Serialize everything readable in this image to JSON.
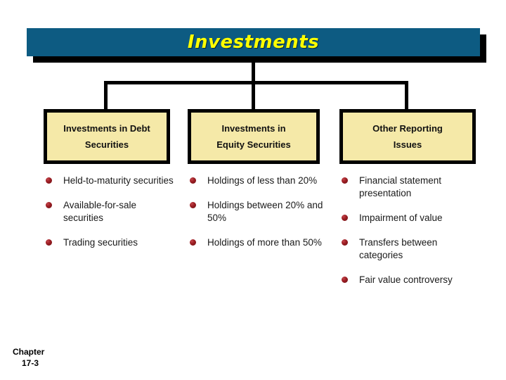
{
  "slide": {
    "title": "Investments",
    "title_colors": {
      "banner_bg": "#0d5b82",
      "title_text": "#ffff00",
      "shadow": "#000000"
    },
    "box_colors": {
      "fill": "#f5e9a8",
      "border": "#000000"
    },
    "bullet_color": "#9b1d23"
  },
  "columns": [
    {
      "header_lines": [
        "Investments in Debt",
        "Securities"
      ],
      "bullets": [
        "Held-to-maturity securities",
        "Available-for-sale securities",
        "Trading securities"
      ]
    },
    {
      "header_lines": [
        "Investments in",
        "Equity Securities"
      ],
      "bullets": [
        "Holdings of less than 20%",
        "Holdings between 20% and 50%",
        "Holdings of more than 50%"
      ]
    },
    {
      "header_lines": [
        "Other Reporting",
        "Issues"
      ],
      "bullets": [
        "Financial statement presentation",
        "Impairment of value",
        "Transfers between categories",
        "Fair value controversy"
      ]
    }
  ],
  "footer": {
    "line1": "Chapter",
    "line2": "17-3"
  }
}
